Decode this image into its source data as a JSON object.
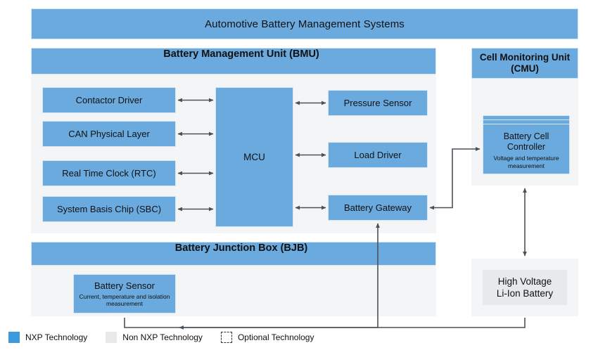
{
  "title": "Automotive Battery Management Systems",
  "bmu": {
    "header": "Battery Management Unit (BMU)",
    "left_boxes": [
      {
        "label": "Contactor Driver"
      },
      {
        "label": "CAN Physical Layer"
      },
      {
        "label": "Real Time Clock (RTC)"
      },
      {
        "label": "System Basis Chip (SBC)"
      }
    ],
    "mcu": "MCU",
    "right_boxes": [
      {
        "label": "Pressure Sensor"
      },
      {
        "label": "Load Driver"
      },
      {
        "label": "Battery Gateway"
      }
    ]
  },
  "bjb": {
    "header": "Battery Junction Box (BJB)",
    "sensor_title": "Battery Sensor",
    "sensor_subtitle": "Current, temperature and isolation measurement"
  },
  "cmu": {
    "header_line1": "Cell Monitoring Unit",
    "header_line2": "(CMU)",
    "controller_title": "Battery Cell Controller",
    "controller_subtitle": "Voltage and temperature measurement"
  },
  "battery": {
    "line1": "High Voltage",
    "line2": "Li-Ion Battery"
  },
  "legend": [
    {
      "label": "NXP Technology",
      "swatch": "nxp-swatch"
    },
    {
      "label": "Non NXP Technology",
      "swatch": "non-nxp-swatch"
    },
    {
      "label": "Optional Technology",
      "swatch": "optional-swatch"
    }
  ],
  "colors": {
    "nxp_blue": "#6aaade",
    "legend_blue": "#3f9ada",
    "panel_gray": "#f4f5f7",
    "non_nxp_gray": "#e7eaed",
    "wire": "#4a5159",
    "text": "#111111"
  }
}
